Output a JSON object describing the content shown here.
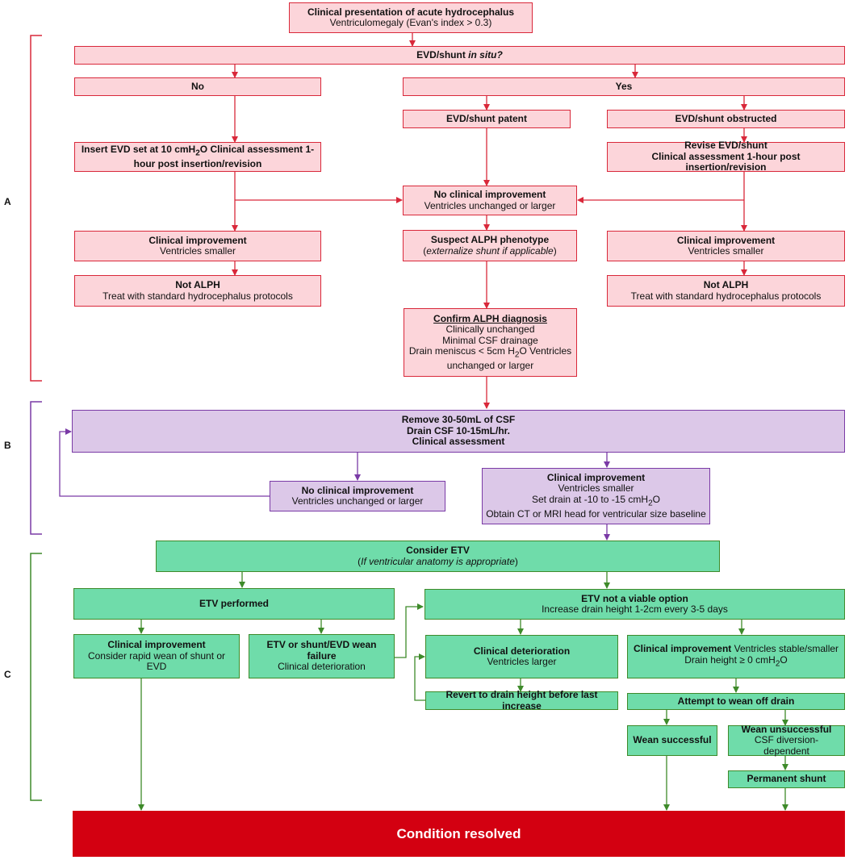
{
  "sections": [
    "A",
    "B",
    "C"
  ],
  "colors": {
    "pink_fill": "#fcd5da",
    "pink_line": "#d9283a",
    "purple_fill": "#dcc8e8",
    "purple_line": "#7a3aa6",
    "green_fill": "#6fdcaa",
    "green_line": "#3e8a2a",
    "resolved_fill": "#d30011"
  },
  "nodes": {
    "clinical_presentation": {
      "title": "Clinical presentation of acute hydrocephalus",
      "sub": "Ventriculomegaly (Evan's index > 0.3)"
    },
    "evd_in_situ": {
      "title": "EVD/shunt",
      "title_italic": "in situ?"
    },
    "no": {
      "title": "No"
    },
    "yes": {
      "title": "Yes"
    },
    "evd_patent": {
      "title": "EVD/shunt patent"
    },
    "evd_obstructed": {
      "title": "EVD/shunt obstructed"
    },
    "insert_evd": {
      "title": "Insert EVD set at 10 cmH",
      "sub_char": "2",
      "title_end": "O Clinical assessment 1-hour post insertion/revision"
    },
    "revise_evd": {
      "line1": "Revise EVD/shunt",
      "line2": "Clinical assessment 1-hour post insertion/revision"
    },
    "no_improvement_a": {
      "title": "No clinical improvement",
      "sub": "Ventricles unchanged or larger"
    },
    "improvement_left": {
      "title": "Clinical improvement",
      "sub": "Ventricles smaller"
    },
    "suspect_alph": {
      "title": "Suspect ALPH phenotype",
      "sub_open": "(",
      "sub_italic": "externalize shunt if applicable",
      "sub_close": ")"
    },
    "improvement_right": {
      "title": "Clinical improvement",
      "sub": "Ventricles smaller"
    },
    "not_alph_left": {
      "title": "Not ALPH",
      "sub": "Treat with standard hydrocephalus protocols"
    },
    "not_alph_right": {
      "title": "Not ALPH",
      "sub": "Treat with standard hydrocephalus protocols"
    },
    "confirm_alph": {
      "title": "Confirm ALPH diagnosis",
      "l1": "Clinically unchanged",
      "l2": "Minimal CSF drainage",
      "l3a": "Drain meniscus < 5cm H",
      "l3b": "2",
      "l3c": "O Ventricles",
      "l4": "unchanged or larger"
    },
    "remove_csf": {
      "l1": "Remove 30-50mL of CSF",
      "l2": "Drain CSF 10-15mL/hr.",
      "l3": "Clinical assessment"
    },
    "no_improvement_b": {
      "title": "No clinical improvement",
      "sub": "Ventricles unchanged or larger"
    },
    "improvement_b": {
      "title": "Clinical improvement",
      "l1": "Ventricles smaller",
      "l2": "Set drain at -10 to -15 cmH",
      "l2sub": "2",
      "l2end": "O",
      "l3": "Obtain CT or MRI head for ventricular size baseline"
    },
    "consider_etv": {
      "title": "Consider ETV",
      "sub_open": "(",
      "sub_italic": "If ventricular anatomy is appropriate",
      "sub_close": ")"
    },
    "etv_performed": {
      "title": "ETV performed"
    },
    "etv_not_viable": {
      "title": "ETV not a viable option",
      "sub": "Increase drain height 1-2cm every 3-5 days"
    },
    "improvement_c": {
      "title": "Clinical improvement",
      "sub": "Consider rapid wean of shunt or EVD"
    },
    "wean_failure": {
      "title": "ETV or shunt/EVD wean failure",
      "sub": "Clinical deterioration"
    },
    "deterioration": {
      "title": "Clinical deterioration",
      "sub": "Ventricles larger"
    },
    "improvement_stable": {
      "title": "Clinical improvement",
      "title_rest": " Ventricles stable/smaller",
      "l2a": "Drain height ≥ 0 cmH",
      "l2b": "2",
      "l2c": "O"
    },
    "revert": {
      "title": "Revert to drain height before last increase"
    },
    "attempt_wean": {
      "title": "Attempt to wean off drain"
    },
    "wean_success": {
      "title": "Wean successful"
    },
    "wean_unsuccessful": {
      "title": "Wean unsuccessful",
      "title_rest": " CSF diversion-dependent"
    },
    "permanent_shunt": {
      "title": "Permanent shunt"
    },
    "resolved": {
      "title": "Condition resolved"
    }
  }
}
